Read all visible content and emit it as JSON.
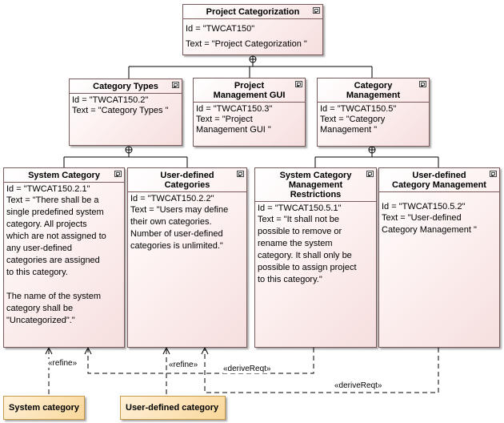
{
  "nodes": {
    "root": {
      "title": "Project Categorization",
      "id": "Id = \"TWCAT150\"",
      "text": "Text = \"Project Categorization \""
    },
    "types": {
      "title": "Category Types",
      "id": "Id = \"TWCAT150.2\"",
      "text": "Text = \"Category Types \""
    },
    "gui": {
      "title": "Project\nManagement GUI",
      "id": "Id = \"TWCAT150.3\"",
      "text": "Text = \"Project\nManagement GUI \""
    },
    "mgmt": {
      "title": "Category\nManagement",
      "id": "Id = \"TWCAT150.5\"",
      "text": "Text = \"Category\nManagement \""
    },
    "system": {
      "title": "System Category",
      "id": "Id = \"TWCAT150.2.1\"",
      "text": "Text = \"There shall be a\nsingle predefined system\ncategory. All projects\nwhich are not assigned to\nany user-defined\ncategories are assigned\nto this category.\n\nThe name of the system\ncategory shall be\n\"Uncategorized\".\""
    },
    "userdef": {
      "title": "User-defined\nCategories",
      "id": "Id = \"TWCAT150.2.2\"",
      "text": "Text = \"Users may define\ntheir own categories.\nNumber of user-defined\ncategories is unlimited.\""
    },
    "restrict": {
      "title": "System Category\nManagement\nRestrictions",
      "id": "Id = \"TWCAT150.5.1\"",
      "text": "Text = \"It shall not be\npossible to remove or\nrename the system\ncategory. It shall only be\npossible to assign project\nto this category.\""
    },
    "udmgmt": {
      "title": "User-defined\nCategory Management",
      "id": "Id = \"TWCAT150.5.2\"",
      "text": "Text = \"User-defined\nCategory Management \""
    }
  },
  "actors": {
    "system_category": "System category",
    "user_defined_category": "User-defined category"
  },
  "labels": {
    "refine1": "«refine»",
    "refine2": "«refine»",
    "derive1": "«deriveReqt»",
    "derive2": "«deriveReqt»"
  },
  "colors": {
    "node_border": "#7a5a5a",
    "node_fill": "#f6dede",
    "actor_fill": "#f9d79a",
    "line": "#000000"
  }
}
